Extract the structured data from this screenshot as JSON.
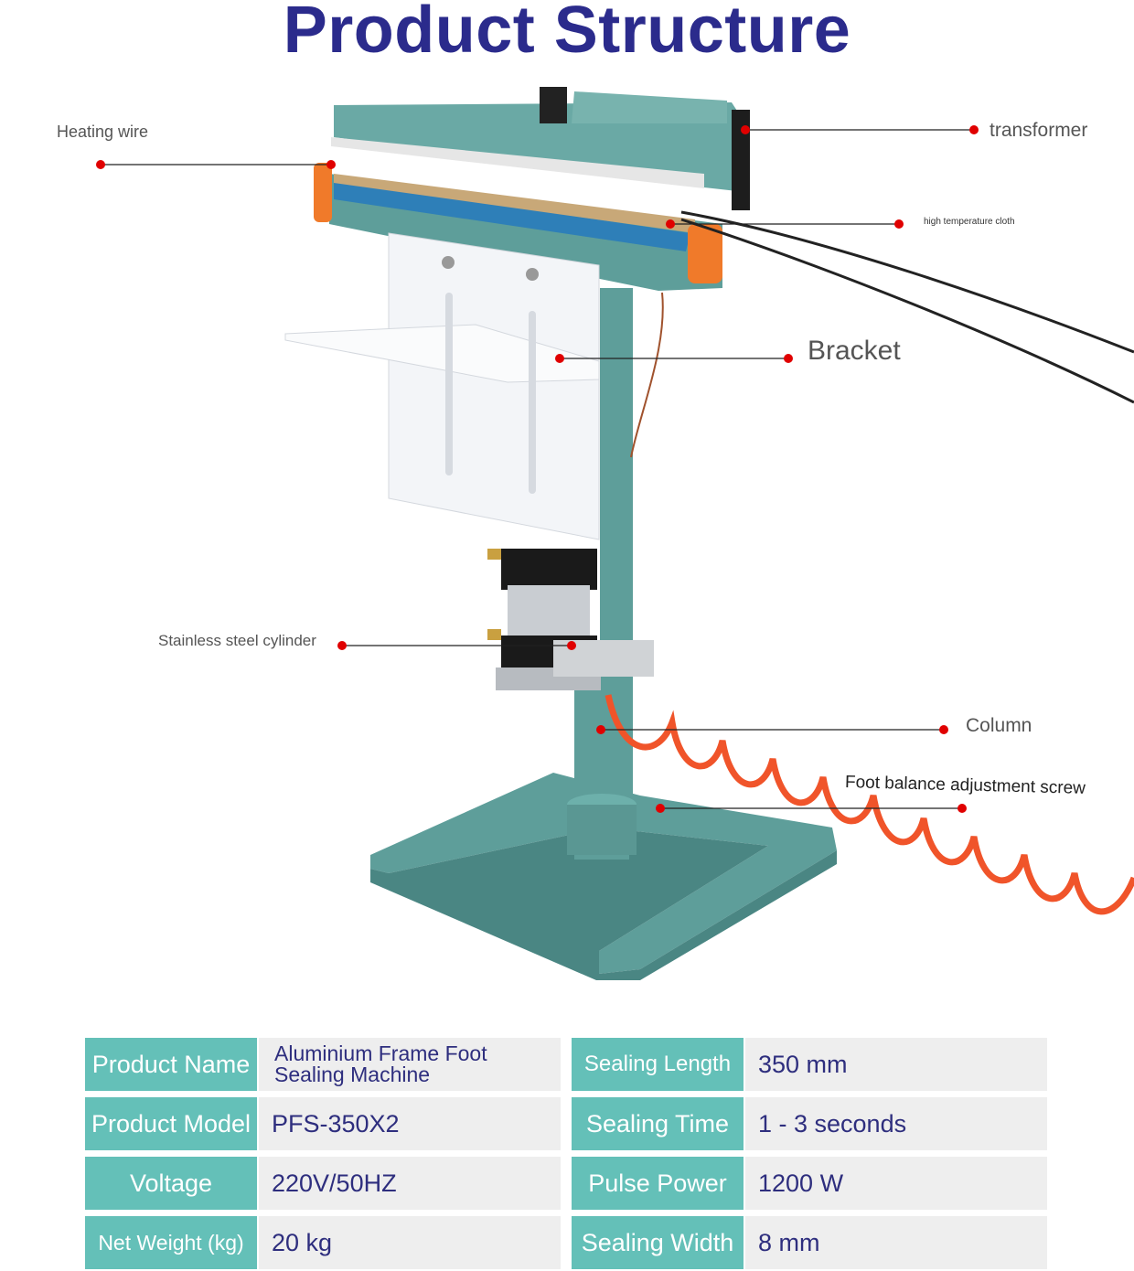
{
  "title": "Product Structure",
  "callouts": {
    "heating_wire": "Heating wire",
    "transformer": "transformer",
    "high_temp_cloth": "high temperature cloth",
    "bracket": "Bracket",
    "cylinder": "Stainless steel cylinder",
    "column": "Column",
    "foot_screw": "Foot balance adjustment screw"
  },
  "colors": {
    "title": "#2B2B8C",
    "label_bg": "#64C0B8",
    "value_bg": "#EEEEEE",
    "value_text": "#2E2E7E",
    "machine": "#5E9E9A",
    "dot": "#E00000"
  },
  "specs": {
    "left": [
      {
        "label": "Product Name",
        "value": "Aluminium Frame Foot Sealing Machine"
      },
      {
        "label": "Product Model",
        "value": "PFS-350X2"
      },
      {
        "label": "Voltage",
        "value": "220V/50HZ"
      },
      {
        "label": "Net Weight (kg)",
        "value": "20 kg"
      }
    ],
    "right": [
      {
        "label": "Sealing Length",
        "value": "350 mm"
      },
      {
        "label": "Sealing Time",
        "value": "1 - 3 seconds"
      },
      {
        "label": "Pulse Power",
        "value": "1200 W"
      },
      {
        "label": "Sealing Width",
        "value": "8 mm"
      }
    ]
  }
}
